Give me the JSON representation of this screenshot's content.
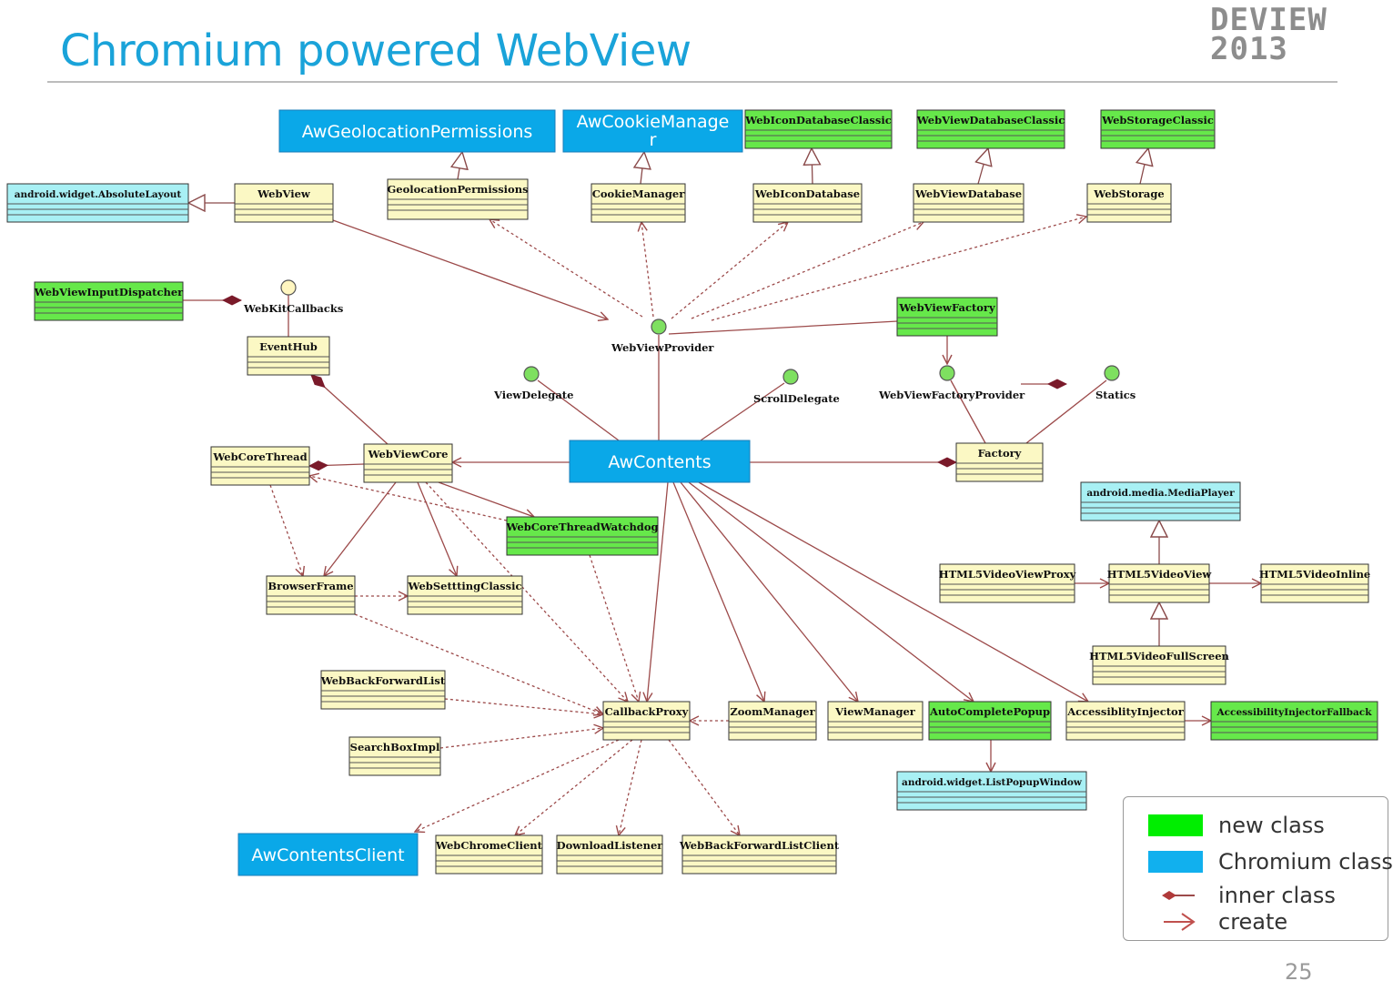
{
  "slide": {
    "title": "Chromium powered WebView",
    "brand_line1": "DEVIEW",
    "brand_line2": "2013",
    "page_number": "25"
  },
  "colors": {
    "title": "#1aa3d9",
    "new_class": "#66e84a",
    "chromium_class": "#0aa8e8",
    "existing_class": "#fbf8c4",
    "android_class": "#a8f0f4",
    "edge": "#9c4a4a"
  },
  "legend": {
    "items": [
      {
        "label": "new class",
        "kind": "swatch",
        "color": "#00ee00"
      },
      {
        "label": "Chromium class",
        "kind": "swatch",
        "color": "#11b0ee"
      },
      {
        "label": "inner class",
        "kind": "diamond-line"
      },
      {
        "label": "create",
        "kind": "arrow"
      }
    ]
  },
  "diagram": {
    "nodes": [
      {
        "id": "AwGeolocationPermissions",
        "label": "AwGeolocationPermissions",
        "kind": "chromium"
      },
      {
        "id": "AwCookieManager",
        "label": "AwCookieManage\nr",
        "kind": "chromium"
      },
      {
        "id": "WebIconDatabaseClassic",
        "label": "WebIconDatabaseClassic",
        "kind": "new"
      },
      {
        "id": "WebViewDatabaseClassic",
        "label": "WebViewDatabaseClassic",
        "kind": "new"
      },
      {
        "id": "WebStorageClassic",
        "label": "WebStorageClassic",
        "kind": "new"
      },
      {
        "id": "AbsoluteLayout",
        "label": "android.widget.AbsoluteLayout",
        "kind": "android"
      },
      {
        "id": "WebView",
        "label": "WebView",
        "kind": "existing"
      },
      {
        "id": "GeolocationPermissions",
        "label": "GeolocationPermissions",
        "kind": "existing"
      },
      {
        "id": "CookieManager",
        "label": "CookieManager",
        "kind": "existing"
      },
      {
        "id": "WebIconDatabase",
        "label": "WebIconDatabase",
        "kind": "existing"
      },
      {
        "id": "WebViewDatabase",
        "label": "WebViewDatabase",
        "kind": "existing"
      },
      {
        "id": "WebStorage",
        "label": "WebStorage",
        "kind": "existing"
      },
      {
        "id": "WebViewInputDispatcher",
        "label": "WebViewInputDispatcher",
        "kind": "new"
      },
      {
        "id": "EventHub",
        "label": "EventHub",
        "kind": "existing"
      },
      {
        "id": "WebViewFactory",
        "label": "WebViewFactory",
        "kind": "new"
      },
      {
        "id": "WebCoreThread",
        "label": "WebCoreThread",
        "kind": "existing"
      },
      {
        "id": "WebViewCore",
        "label": "WebViewCore",
        "kind": "existing"
      },
      {
        "id": "AwContents",
        "label": "AwContents",
        "kind": "chromium"
      },
      {
        "id": "Factory",
        "label": "Factory",
        "kind": "existing"
      },
      {
        "id": "MediaPlayer",
        "label": "android.media.MediaPlayer",
        "kind": "android"
      },
      {
        "id": "WebCoreThreadWatchdog",
        "label": "WebCoreThreadWatchdog",
        "kind": "new"
      },
      {
        "id": "BrowserFrame",
        "label": "BrowserFrame",
        "kind": "existing"
      },
      {
        "id": "WebSettingClassic",
        "label": "WebSetttingClassic",
        "kind": "existing"
      },
      {
        "id": "HTML5VideoViewProxy",
        "label": "HTML5VideoViewProxy",
        "kind": "existing"
      },
      {
        "id": "HTML5VideoView",
        "label": "HTML5VideoView",
        "kind": "existing"
      },
      {
        "id": "HTML5VideoInline",
        "label": "HTML5VideoInline",
        "kind": "existing"
      },
      {
        "id": "HTML5VideoFullScreen",
        "label": "HTML5VideoFullScreen",
        "kind": "existing"
      },
      {
        "id": "WebBackForwardList",
        "label": "WebBackForwardList",
        "kind": "existing"
      },
      {
        "id": "CallbackProxy",
        "label": "CallbackProxy",
        "kind": "existing"
      },
      {
        "id": "ZoomManager",
        "label": "ZoomManager",
        "kind": "existing"
      },
      {
        "id": "ViewManager",
        "label": "ViewManager",
        "kind": "existing"
      },
      {
        "id": "AutoCompletePopup",
        "label": "AutoCompletePopup",
        "kind": "new"
      },
      {
        "id": "AccessiblityInjector",
        "label": "AccessiblityInjector",
        "kind": "existing"
      },
      {
        "id": "AccessibilityInjectorFallback",
        "label": "AccessibilityInjectorFallback",
        "kind": "new"
      },
      {
        "id": "SearchBoxImpl",
        "label": "SearchBoxImpl",
        "kind": "existing"
      },
      {
        "id": "ListPopupWindow",
        "label": "android.widget.ListPopupWindow",
        "kind": "android"
      },
      {
        "id": "AwContentsClient",
        "label": "AwContentsClient",
        "kind": "chromium"
      },
      {
        "id": "WebChromeClient",
        "label": "WebChromeClient",
        "kind": "existing"
      },
      {
        "id": "DownloadListener",
        "label": "DownloadListener",
        "kind": "existing"
      },
      {
        "id": "WebBackForwardListClient",
        "label": "WebBackForwardListClient",
        "kind": "existing"
      }
    ],
    "interfaces": [
      {
        "id": "WebKitCallbacks",
        "label": "WebKitCallbacks",
        "style": "yellow"
      },
      {
        "id": "WebViewProvider",
        "label": "WebViewProvider",
        "style": "green"
      },
      {
        "id": "ViewDelegate",
        "label": "ViewDelegate",
        "style": "green"
      },
      {
        "id": "ScrollDelegate",
        "label": "ScrollDelegate",
        "style": "green"
      },
      {
        "id": "WebViewFactoryProvider",
        "label": "WebViewFactoryProvider",
        "style": "green"
      },
      {
        "id": "Statics",
        "label": "Statics",
        "style": "green"
      }
    ],
    "edges": [
      {
        "from": "WebView",
        "to": "AbsoluteLayout",
        "type": "inherit"
      },
      {
        "from": "GeolocationPermissions",
        "to": "AwGeolocationPermissions",
        "type": "inherit"
      },
      {
        "from": "CookieManager",
        "to": "AwCookieManager",
        "type": "inherit"
      },
      {
        "from": "WebIconDatabase",
        "to": "WebIconDatabaseClassic",
        "type": "inherit"
      },
      {
        "from": "WebViewDatabase",
        "to": "WebViewDatabaseClassic",
        "type": "inherit"
      },
      {
        "from": "WebStorage",
        "to": "WebStorageClassic",
        "type": "inherit"
      },
      {
        "from": "WebView",
        "to": "WebViewProvider",
        "type": "create"
      },
      {
        "from": "WebViewProvider",
        "to": "GeolocationPermissions",
        "type": "dependency"
      },
      {
        "from": "WebViewProvider",
        "to": "CookieManager",
        "type": "dependency"
      },
      {
        "from": "WebViewProvider",
        "to": "WebIconDatabase",
        "type": "dependency"
      },
      {
        "from": "WebViewProvider",
        "to": "WebViewDatabase",
        "type": "dependency"
      },
      {
        "from": "WebViewProvider",
        "to": "WebStorage",
        "type": "dependency"
      },
      {
        "from": "WebViewFactory",
        "to": "WebViewProvider",
        "type": "association"
      },
      {
        "from": "WebViewFactory",
        "to": "WebViewFactoryProvider",
        "type": "create"
      },
      {
        "from": "WebViewFactoryProvider",
        "to": "Statics",
        "type": "inner"
      },
      {
        "from": "WebViewInputDispatcher",
        "to": "WebKitCallbacks",
        "type": "inner"
      },
      {
        "from": "EventHub",
        "to": "WebKitCallbacks",
        "type": "realize"
      },
      {
        "from": "AwContents",
        "to": "WebViewProvider",
        "type": "realize"
      },
      {
        "from": "AwContents",
        "to": "ViewDelegate",
        "type": "realize"
      },
      {
        "from": "AwContents",
        "to": "ScrollDelegate",
        "type": "realize"
      },
      {
        "from": "AwContents",
        "to": "WebViewCore",
        "type": "create"
      },
      {
        "from": "AwContents",
        "to": "Factory",
        "type": "inner"
      },
      {
        "from": "Factory",
        "to": "WebViewFactoryProvider",
        "type": "realize"
      },
      {
        "from": "Factory",
        "to": "Statics",
        "type": "realize"
      },
      {
        "from": "WebViewCore",
        "to": "EventHub",
        "type": "inner"
      },
      {
        "from": "WebViewCore",
        "to": "WebCoreThread",
        "type": "inner"
      },
      {
        "from": "WebViewCore",
        "to": "BrowserFrame",
        "type": "create"
      },
      {
        "from": "WebViewCore",
        "to": "WebSettingClassic",
        "type": "create"
      },
      {
        "from": "WebViewCore",
        "to": "WebCoreThreadWatchdog",
        "type": "create"
      },
      {
        "from": "AwContents",
        "to": "CallbackProxy",
        "type": "create"
      },
      {
        "from": "AwContents",
        "to": "ZoomManager",
        "type": "create"
      },
      {
        "from": "AwContents",
        "to": "ViewManager",
        "type": "create"
      },
      {
        "from": "AwContents",
        "to": "AutoCompletePopup",
        "type": "create"
      },
      {
        "from": "AwContents",
        "to": "AccessiblityInjector",
        "type": "create"
      },
      {
        "from": "HTML5VideoViewProxy",
        "to": "HTML5VideoView",
        "type": "create"
      },
      {
        "from": "HTML5VideoView",
        "to": "HTML5VideoInline",
        "type": "create"
      },
      {
        "from": "HTML5VideoView",
        "to": "MediaPlayer",
        "type": "inherit"
      },
      {
        "from": "HTML5VideoFullScreen",
        "to": "HTML5VideoView",
        "type": "inherit"
      },
      {
        "from": "AccessiblityInjector",
        "to": "AccessibilityInjectorFallback",
        "type": "create"
      },
      {
        "from": "AutoCompletePopup",
        "to": "ListPopupWindow",
        "type": "create"
      },
      {
        "from": "BrowserFrame",
        "to": "WebSettingClassic",
        "type": "dependency"
      },
      {
        "from": "BrowserFrame",
        "to": "CallbackProxy",
        "type": "dependency"
      },
      {
        "from": "WebBackForwardList",
        "to": "CallbackProxy",
        "type": "dependency"
      },
      {
        "from": "SearchBoxImpl",
        "to": "CallbackProxy",
        "type": "dependency"
      },
      {
        "from": "ZoomManager",
        "to": "CallbackProxy",
        "type": "dependency"
      },
      {
        "from": "CallbackProxy",
        "to": "AwContentsClient",
        "type": "dependency"
      },
      {
        "from": "CallbackProxy",
        "to": "WebChromeClient",
        "type": "dependency"
      },
      {
        "from": "CallbackProxy",
        "to": "DownloadListener",
        "type": "dependency"
      },
      {
        "from": "CallbackProxy",
        "to": "WebBackForwardListClient",
        "type": "dependency"
      },
      {
        "from": "WebCoreThreadWatchdog",
        "to": "CallbackProxy",
        "type": "dependency"
      },
      {
        "from": "WebViewCore",
        "to": "CallbackProxy",
        "type": "dependency"
      },
      {
        "from": "WebCoreThreadWatchdog",
        "to": "WebCoreThread",
        "type": "dependency"
      },
      {
        "from": "WebCoreThread",
        "to": "BrowserFrame",
        "type": "dependency"
      }
    ]
  }
}
